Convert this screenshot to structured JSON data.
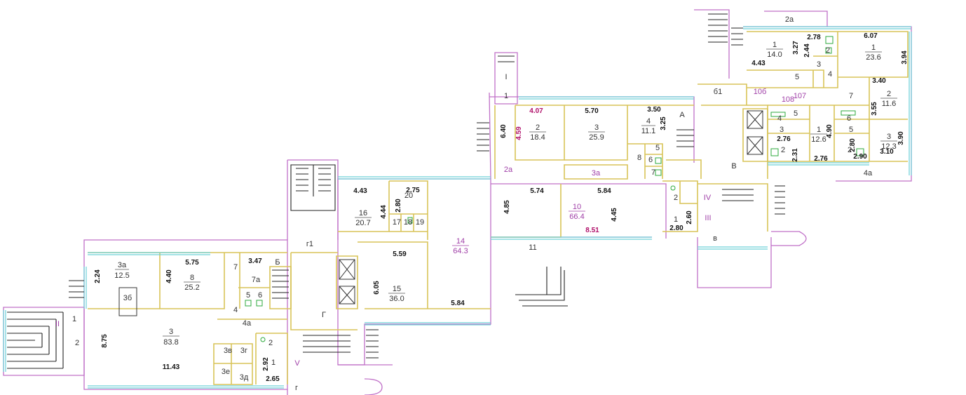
{
  "rooms": [
    {
      "id": "r3a",
      "num": "3а",
      "area": "12.5"
    },
    {
      "id": "r8",
      "num": "8",
      "area": "25.2"
    },
    {
      "id": "r3",
      "num": "3",
      "area": "83.8"
    },
    {
      "id": "r16",
      "num": "16",
      "area": "20.7"
    },
    {
      "id": "r15",
      "num": "15",
      "area": "36.0"
    },
    {
      "id": "r14",
      "num": "14",
      "area": "64.3"
    },
    {
      "id": "r10",
      "num": "10",
      "area": "66.4"
    },
    {
      "id": "r2m",
      "num": "2",
      "area": "18.4"
    },
    {
      "id": "r3m",
      "num": "3",
      "area": "25.9"
    },
    {
      "id": "r4m",
      "num": "4",
      "area": "11.1"
    },
    {
      "id": "r1nw",
      "num": "1",
      "area": "14.0"
    },
    {
      "id": "r1ne",
      "num": "1",
      "area": "23.6"
    },
    {
      "id": "r2e",
      "num": "2",
      "area": "11.6"
    },
    {
      "id": "r3e",
      "num": "3",
      "area": "12.3"
    },
    {
      "id": "r1c",
      "num": "1",
      "area": "12.6"
    },
    {
      "id": "r20",
      "num": "20",
      "area": ""
    }
  ],
  "dimensions": [
    "2.24",
    "4.40",
    "5.75",
    "3.47",
    "8.75",
    "11.43",
    "2.92",
    "2.65",
    "4.43",
    "4.44",
    "2.75",
    "2.80",
    "5.59",
    "6.05",
    "5.84",
    "4.85",
    "5.74",
    "5.84",
    "4.45",
    "8.51",
    "2.80",
    "2.60",
    "6.40",
    "4.59",
    "4.07",
    "5.70",
    "3.50",
    "3.25",
    "4.43",
    "3.27",
    "2.78",
    "2.44",
    "6.07",
    "3.94",
    "3.40",
    "3.55",
    "2.76",
    "2.31",
    "4.90",
    "2.76",
    "2.80",
    "2.90",
    "3.10",
    "3.90"
  ],
  "labels": [
    "II",
    "1",
    "2",
    "3б",
    "7",
    "7а",
    "Б",
    "5",
    "6",
    "4",
    "4а",
    "3в",
    "3г",
    "3е",
    "3д",
    "1",
    "2",
    "V",
    "г",
    "г1",
    "Г",
    "17",
    "18",
    "19",
    "11",
    "I",
    "1",
    "2а",
    "3а",
    "8",
    "5",
    "6",
    "7",
    "А",
    "В",
    "IV",
    "III",
    "1",
    "2",
    "в",
    "2а",
    "2",
    "5",
    "3",
    "4",
    "7",
    "б1",
    "10б",
    "108",
    "107",
    "5",
    "4",
    "3",
    "6",
    "5",
    "4а",
    "2",
    "2"
  ]
}
